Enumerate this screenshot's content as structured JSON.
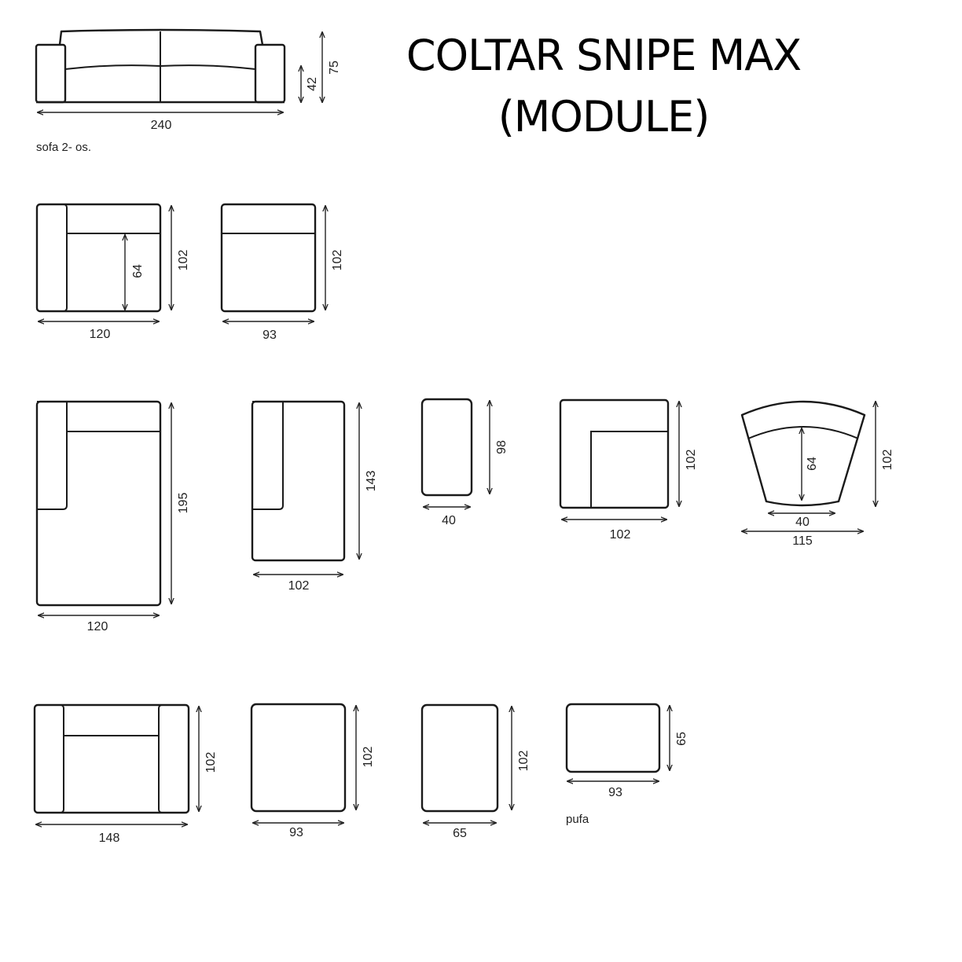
{
  "title": {
    "line1": "COLTAR SNIPE MAX",
    "line2": "(MODULE)"
  },
  "modules": {
    "sofa2": {
      "caption": "sofa 2- os.",
      "width": "240",
      "seat_height": "42",
      "height": "75"
    },
    "corner_armchair": {
      "width": "120",
      "depth": "102",
      "seat_depth": "64"
    },
    "seat_module": {
      "width": "93",
      "depth": "102"
    },
    "chaise_left": {
      "width": "120",
      "depth": "195"
    },
    "chaise_short": {
      "width": "102",
      "depth": "143"
    },
    "narrow_piece": {
      "width": "40",
      "depth": "98"
    },
    "corner_module": {
      "width": "102",
      "depth": "102"
    },
    "curved_module": {
      "inner_width": "40",
      "outer_width": "115",
      "seat_depth": "64",
      "depth": "102"
    },
    "armchair": {
      "width": "148",
      "depth": "102"
    },
    "square_module": {
      "width": "93",
      "depth": "102"
    },
    "small_module": {
      "width": "65",
      "depth": "102"
    },
    "pouf": {
      "caption": "pufa",
      "width": "93",
      "depth": "65"
    }
  }
}
